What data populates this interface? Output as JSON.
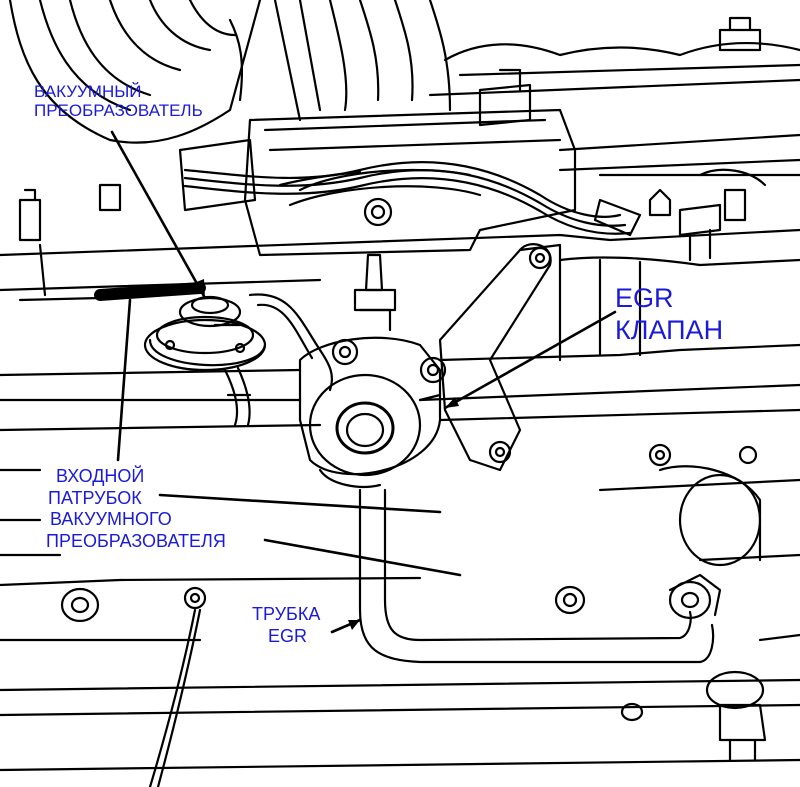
{
  "diagram": {
    "colors": {
      "ink": "#000000",
      "label": "#1a1ad8",
      "background": "#ffffff"
    },
    "labels": {
      "vacuum_transducer": [
        "ВАКУУМНЫЙ",
        "ПРЕОБРАЗОВАТЕЛЬ"
      ],
      "egr_valve": [
        "EGR",
        "КЛАПАН"
      ],
      "transducer_inlet_port": [
        "ВХОДНОЙ",
        "ПАТРУБОК",
        "ВАКУУМНОГО",
        "ПРЕОБРАЗОВАТЕЛЯ"
      ],
      "egr_tube": [
        "ТРУБКА",
        "EGR"
      ]
    }
  }
}
